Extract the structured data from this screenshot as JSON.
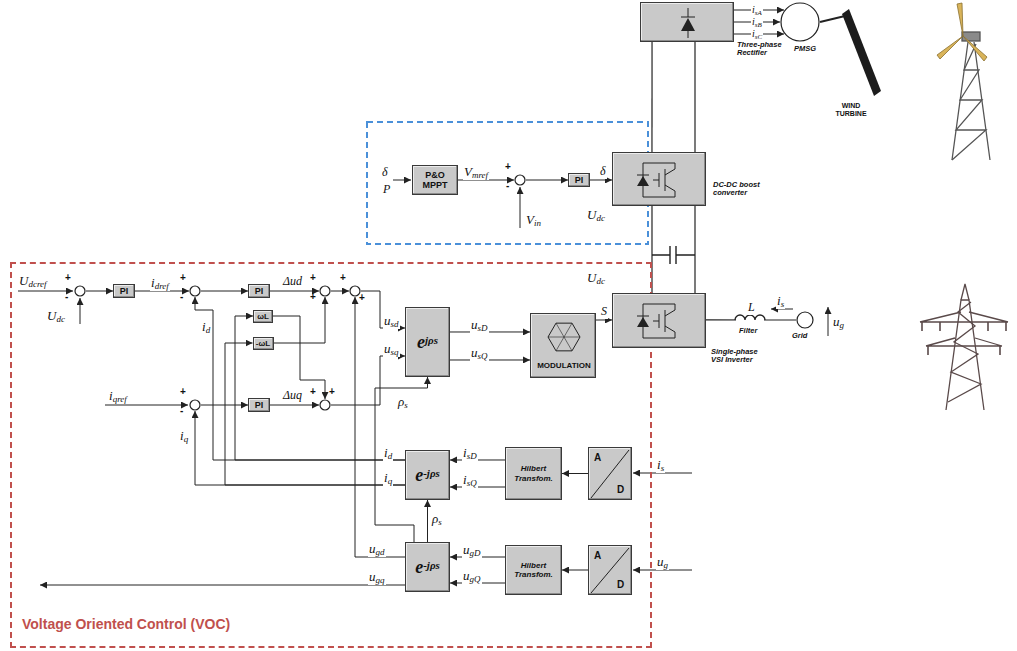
{
  "diagram": {
    "nodes": [
      {
        "text": [
          "Three-phase Rectifier"
        ]
      },
      {
        "text": [
          "PMSG"
        ]
      },
      {
        "text": [
          "P&O MPPT"
        ]
      },
      {
        "text": [
          "+",
          "-"
        ]
      },
      {
        "text": [
          "PI"
        ]
      },
      {
        "text": [
          "DC-DC boost converter"
        ]
      },
      {
        "text": [
          "Voltage Oriented Control (VOC)"
        ]
      },
      {
        "text": [
          "+",
          "-"
        ],
        "in": 6
      },
      {
        "text": [
          "PI"
        ],
        "in": 6
      },
      {
        "text": [
          "+",
          "-"
        ],
        "in": 6
      },
      {
        "text": [
          "PI"
        ],
        "in": 6
      },
      {
        "text": [
          "+",
          "+"
        ],
        "in": 6
      },
      {
        "text": [
          "+",
          "+"
        ],
        "in": 6
      },
      {
        "text": [
          "ωL"
        ],
        "in": 6
      },
      {
        "text": [
          "-ωL"
        ],
        "in": 6
      },
      {
        "text": [
          "ejρs"
        ],
        "in": 6
      },
      {
        "text": [
          "MODULATION"
        ],
        "in": 6
      },
      {
        "text": [
          "+",
          "-"
        ],
        "in": 6
      },
      {
        "text": [
          "PI"
        ],
        "in": 6
      },
      {
        "text": [
          "+",
          "+"
        ],
        "in": 6
      },
      {
        "text": [
          "Single-phase VSI Inverter"
        ]
      },
      {
        "text": [
          "Grid"
        ]
      },
      {
        "text": [
          "e-jρs"
        ],
        "in": 6
      },
      {
        "text": [
          "Hilbert Transfom."
        ],
        "in": 6
      },
      {
        "text": [
          "A",
          "D"
        ],
        "in": 6
      },
      {
        "text": [
          "e-jρs"
        ],
        "in": 6
      },
      {
        "text": [
          "Hilbert Transfom."
        ],
        "in": 6
      },
      {
        "text": [
          "A",
          "D"
        ],
        "in": 6
      }
    ],
    "edges": [
      {
        "from": 0,
        "to": 1,
        "label": "isA",
        "arrow": "to"
      },
      {
        "from": 0,
        "to": 1,
        "label": "isB",
        "arrow": "to"
      },
      {
        "from": 0,
        "to": 1,
        "label": "isC",
        "arrow": "to"
      },
      {
        "from": 0,
        "to": 5,
        "arrow": "none"
      },
      {
        "from": 5,
        "to": 20,
        "arrow": "none"
      },
      {
        "from": 2,
        "to": 3,
        "label": "Vmref",
        "arrow": "to"
      },
      {
        "from": 3,
        "to": 4,
        "arrow": "to"
      },
      {
        "from": 4,
        "to": 5,
        "label": "δ",
        "arrow": "to"
      },
      {
        "from": 7,
        "to": 8,
        "arrow": "to"
      },
      {
        "from": 8,
        "to": 9,
        "label": "idref",
        "arrow": "to"
      },
      {
        "from": 9,
        "to": 10,
        "arrow": "to"
      },
      {
        "from": 10,
        "to": 11,
        "label": "Δud",
        "arrow": "to"
      },
      {
        "from": 11,
        "to": 12,
        "arrow": "to"
      },
      {
        "from": 12,
        "to": 15,
        "label": "usd",
        "arrow": "to"
      },
      {
        "from": 17,
        "to": 18,
        "arrow": "to"
      },
      {
        "from": 18,
        "to": 19,
        "label": "Δuq",
        "arrow": "to"
      },
      {
        "from": 19,
        "to": 15,
        "label": "usq",
        "arrow": "to"
      },
      {
        "from": 15,
        "to": 16,
        "label": "usD",
        "arrow": "to"
      },
      {
        "from": 15,
        "to": 16,
        "label": "usQ",
        "arrow": "to"
      },
      {
        "from": 16,
        "to": 20,
        "label": "S",
        "arrow": "to"
      },
      {
        "from": 20,
        "to": 21,
        "arrow": "none"
      },
      {
        "from": 24,
        "to": 23,
        "arrow": "to"
      },
      {
        "from": 23,
        "to": 22,
        "label": "isD",
        "arrow": "to"
      },
      {
        "from": 23,
        "to": 22,
        "label": "isQ",
        "arrow": "to"
      },
      {
        "from": 27,
        "to": 26,
        "arrow": "to"
      },
      {
        "from": 26,
        "to": 25,
        "label": "ugD",
        "arrow": "to"
      },
      {
        "from": 26,
        "to": 25,
        "label": "ugQ",
        "arrow": "to"
      },
      {
        "from": 22,
        "to": 9,
        "label": "id",
        "arrow": "to"
      },
      {
        "from": 22,
        "to": 17,
        "label": "iq",
        "arrow": "to"
      },
      {
        "from": 22,
        "to": 13,
        "arrow": "to"
      },
      {
        "from": 22,
        "to": 14,
        "arrow": "to"
      },
      {
        "from": 13,
        "to": 19,
        "arrow": "to"
      },
      {
        "from": 14,
        "to": 11,
        "arrow": "to"
      },
      {
        "from": 25,
        "to": 12,
        "label": "ugd",
        "arrow": "to"
      },
      {
        "from": 25,
        "to": 15,
        "label": "ρs",
        "arrow": "to"
      },
      {
        "from": 25,
        "to": 22,
        "label": "ρs",
        "arrow": "to"
      }
    ],
    "labels": [
      "δ",
      "P",
      "Vin",
      "Udc",
      "Udc",
      "WIND TURBINE",
      "L",
      "Filter",
      "is",
      "ug",
      "Udcref",
      "Udc",
      "id",
      "iqref",
      "iq",
      "ugq",
      "is",
      "ug"
    ]
  }
}
